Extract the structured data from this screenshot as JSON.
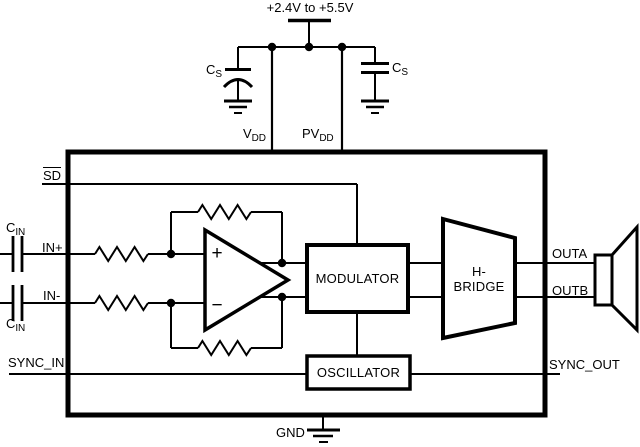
{
  "supply": {
    "range_label": "+2.4V to +5.5V"
  },
  "capacitors": {
    "cs_left": {
      "base": "C",
      "sub": "S"
    },
    "cs_right": {
      "base": "C",
      "sub": "S"
    },
    "cin_top": {
      "base": "C",
      "sub": "IN"
    },
    "cin_bottom": {
      "base": "C",
      "sub": "IN"
    }
  },
  "pins": {
    "vdd": {
      "base": "V",
      "sub": "DD"
    },
    "pvdd": {
      "base": "PV",
      "sub": "DD"
    },
    "sd": "SD",
    "in_plus": "IN+",
    "in_minus": "IN-",
    "sync_in": "SYNC_IN",
    "sync_out": "SYNC_OUT",
    "outa": "OUTA",
    "outb": "OUTB",
    "gnd": "GND"
  },
  "blocks": {
    "modulator": "MODULATOR",
    "oscillator": "OSCILLATOR",
    "h_bridge_line1": "H-",
    "h_bridge_line2": "BRIDGE"
  },
  "opamp": {
    "plus_input": "+",
    "minus_input": "−"
  },
  "colors": {
    "line": "#000000",
    "background": "#ffffff"
  }
}
